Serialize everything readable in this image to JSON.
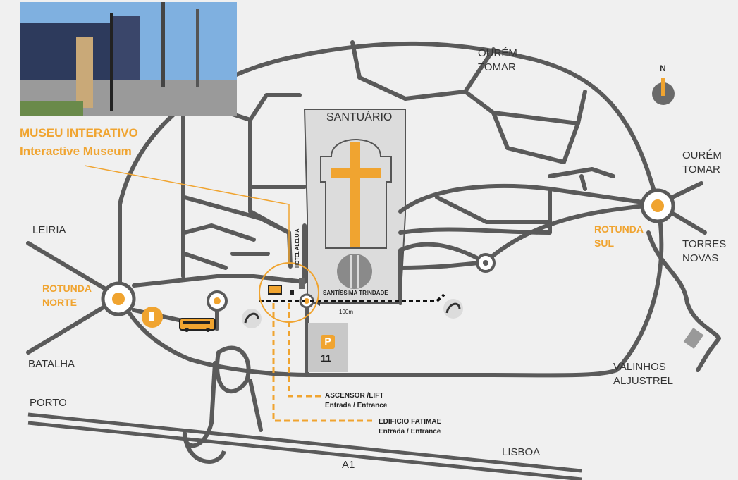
{
  "photo": {
    "alt_icon": "museum-building-photo"
  },
  "museum": {
    "title_pt": "MUSEU INTERATIVO",
    "title_en": "Interactive Museum"
  },
  "places": {
    "santuario": "SANTUÁRIO",
    "santissima": "SANTÍSSIMA TRINDADE",
    "hotel": "HOTEL ALELUIA",
    "parking_letter": "P",
    "parking_number": "11",
    "distance": "100m"
  },
  "roundabouts": {
    "norte": [
      "ROTUNDA",
      "NORTE"
    ],
    "sul": [
      "ROTUNDA",
      "SUL"
    ]
  },
  "destinations": {
    "ourem_top": [
      "OURÉM",
      "TOMAR"
    ],
    "ourem_right": [
      "OURÉM",
      "TOMAR"
    ],
    "torres": [
      "TORRES",
      "NOVAS"
    ],
    "leiria": "LEIRIA",
    "batalha": "BATALHA",
    "porto": "PORTO",
    "lisboa": "LISBOA",
    "a1": "A1",
    "valinhos": [
      "VALINHOS",
      "ALJUSTREL"
    ]
  },
  "compass": {
    "letter": "N"
  },
  "entrances": {
    "lift_title": "ASCENSOR /LIFT",
    "lift_sub": "Entrada / Entrance",
    "fatimae_title": "EDIFICIO FATIMAE",
    "fatimae_sub": "Entrada / Entrance"
  },
  "colors": {
    "accent": "#f0a430",
    "road": "#5a5a5a",
    "background": "#f0f0f0"
  }
}
